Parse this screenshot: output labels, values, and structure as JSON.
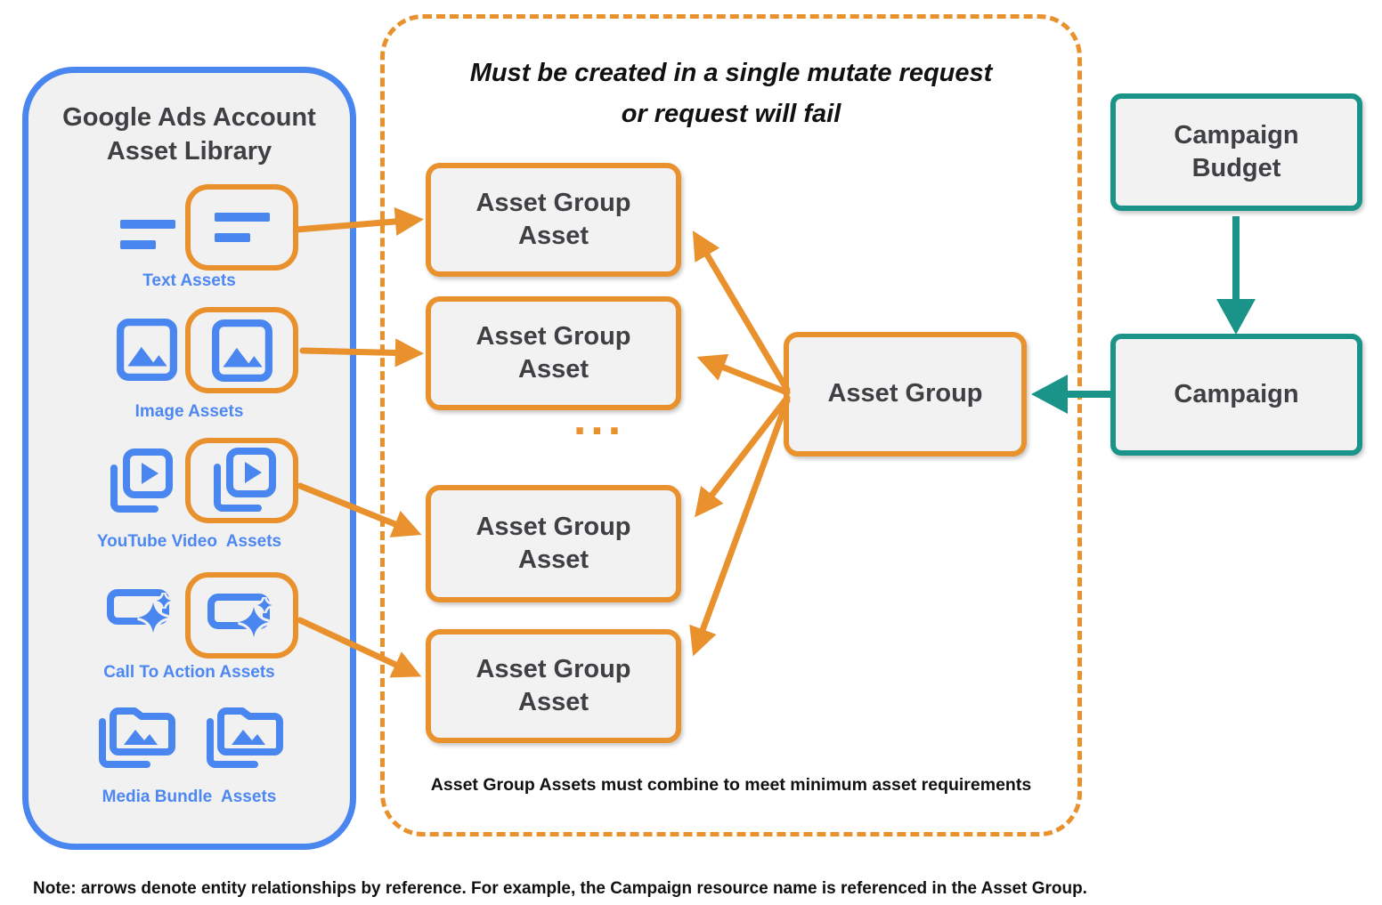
{
  "colors": {
    "blue": "#4A86F0",
    "blue_label": "#4C87F2",
    "orange": "#E8912D",
    "teal": "#1A9488",
    "box_fill": "#F2F2F2",
    "panel_fill": "#F1F1F2",
    "dark_text": "#3F4043"
  },
  "asset_library": {
    "title_line1": "Google Ads Account",
    "title_line2": "Asset Library",
    "rows": [
      {
        "label": "Text Assets",
        "icon": "text-asset-icon"
      },
      {
        "label": "Image Assets",
        "icon": "image-asset-icon"
      },
      {
        "label": "YouTube Video  Assets",
        "icon": "youtube-video-asset-icon"
      },
      {
        "label": "Call To Action Assets",
        "icon": "call-to-action-asset-icon"
      },
      {
        "label": "Media Bundle  Assets",
        "icon": "media-bundle-asset-icon"
      }
    ]
  },
  "mutate_panel": {
    "title_line1": "Must be created in a single mutate request",
    "title_line2": "or request will fail",
    "asset_group_asset_line1": "Asset Group",
    "asset_group_asset_line2": "Asset",
    "ellipsis": "...",
    "caption": "Asset Group Assets must combine to meet minimum asset requirements"
  },
  "entities": {
    "asset_group": "Asset Group",
    "campaign_budget_line1": "Campaign",
    "campaign_budget_line2": "Budget",
    "campaign": "Campaign"
  },
  "note": "Note: arrows denote entity relationships by reference. For example, the Campaign resource name is referenced in the Asset Group."
}
